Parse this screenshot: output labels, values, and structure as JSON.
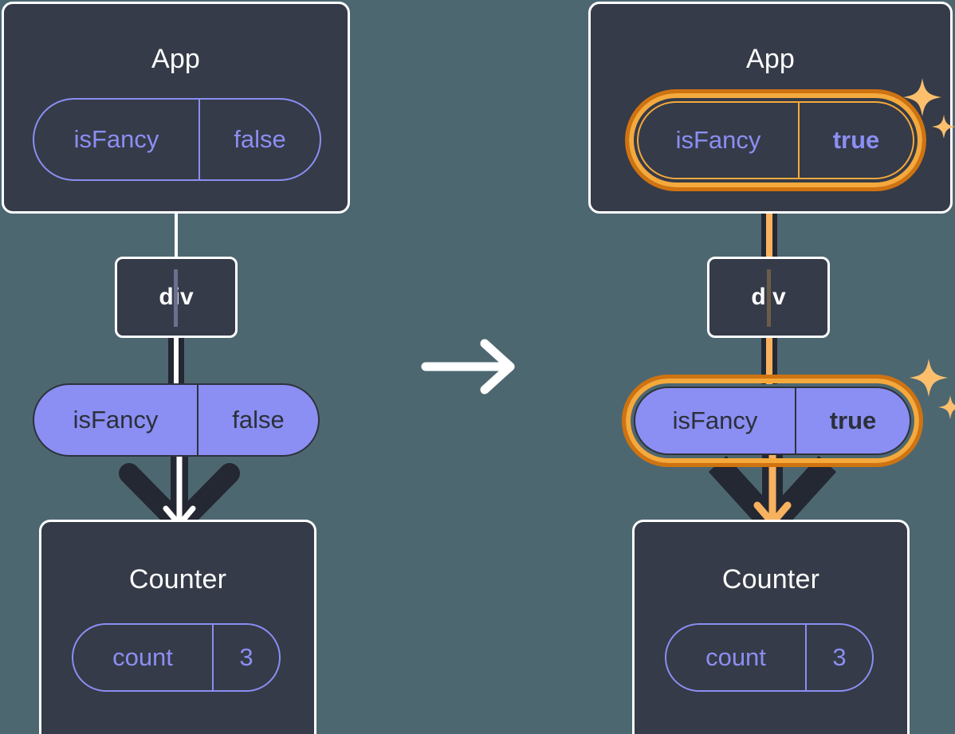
{
  "diagram": {
    "title_semantic": "react-state-propagation-before-after",
    "transition_arrow": "arrow-right-icon",
    "colors": {
      "background": "#4d6771",
      "box_fill": "#353b48",
      "box_border": "#ffffff",
      "purple_fill": "#8b8ef2",
      "purple_stroke": "#8b8ef2",
      "dark_text": "#2b303a",
      "wire_dark": "#242832",
      "highlight_orange_inner": "#f5a93c",
      "highlight_orange_outer": "#cf7311",
      "highlight_core": "#f7b25f",
      "sparkle": "#fbbf6d"
    }
  },
  "before": {
    "app": {
      "title": "App",
      "state_pill": {
        "key": "isFancy",
        "value": "false",
        "highlighted": false,
        "style": "outline"
      }
    },
    "div": {
      "label": "div"
    },
    "prop_pill": {
      "key": "isFancy",
      "value": "false",
      "highlighted": false,
      "style": "filled"
    },
    "counter": {
      "title": "Counter",
      "state_pill": {
        "key": "count",
        "value": "3",
        "highlighted": false,
        "style": "outline"
      }
    }
  },
  "after": {
    "app": {
      "title": "App",
      "state_pill": {
        "key": "isFancy",
        "value": "true",
        "highlighted": true,
        "style": "outline"
      },
      "sparkle_icon": "sparkle-icon"
    },
    "div": {
      "label": "div"
    },
    "prop_pill": {
      "key": "isFancy",
      "value": "true",
      "highlighted": true,
      "style": "filled",
      "sparkle_icon": "sparkle-icon"
    },
    "counter": {
      "title": "Counter",
      "state_pill": {
        "key": "count",
        "value": "3",
        "highlighted": false,
        "style": "outline"
      }
    }
  }
}
